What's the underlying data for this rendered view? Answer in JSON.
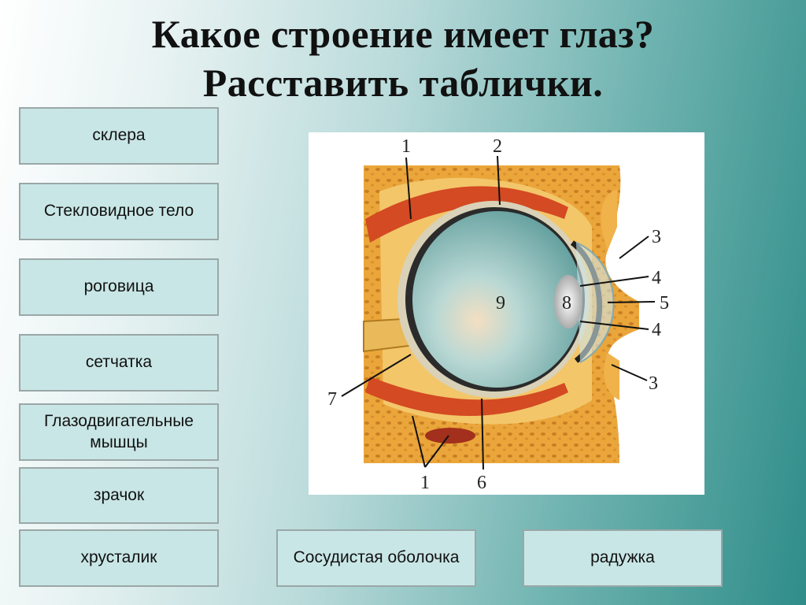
{
  "title": {
    "line1": "Какое строение  имеет глаз?",
    "line2": "Расставить таблички."
  },
  "cards": [
    {
      "label": "склера"
    },
    {
      "label": "Стекловидное тело"
    },
    {
      "label": "роговица"
    },
    {
      "label": "сетчатка"
    },
    {
      "label": "Глазодвигательные мышцы"
    },
    {
      "label": "зрачок"
    },
    {
      "label": "хрусталик"
    },
    {
      "label": "Сосудистая оболочка"
    },
    {
      "label": "радужка"
    }
  ],
  "diagram": {
    "numbers": [
      "1",
      "2",
      "3",
      "4",
      "5",
      "4",
      "3",
      "7",
      "1",
      "6",
      "8",
      "9"
    ]
  },
  "colors": {
    "card_bg": "#c9e6e6",
    "card_border": "#9aa7a7",
    "bone": "#e8a73a",
    "muscle": "#d24a24",
    "eyeball": "#9dc9c8"
  }
}
